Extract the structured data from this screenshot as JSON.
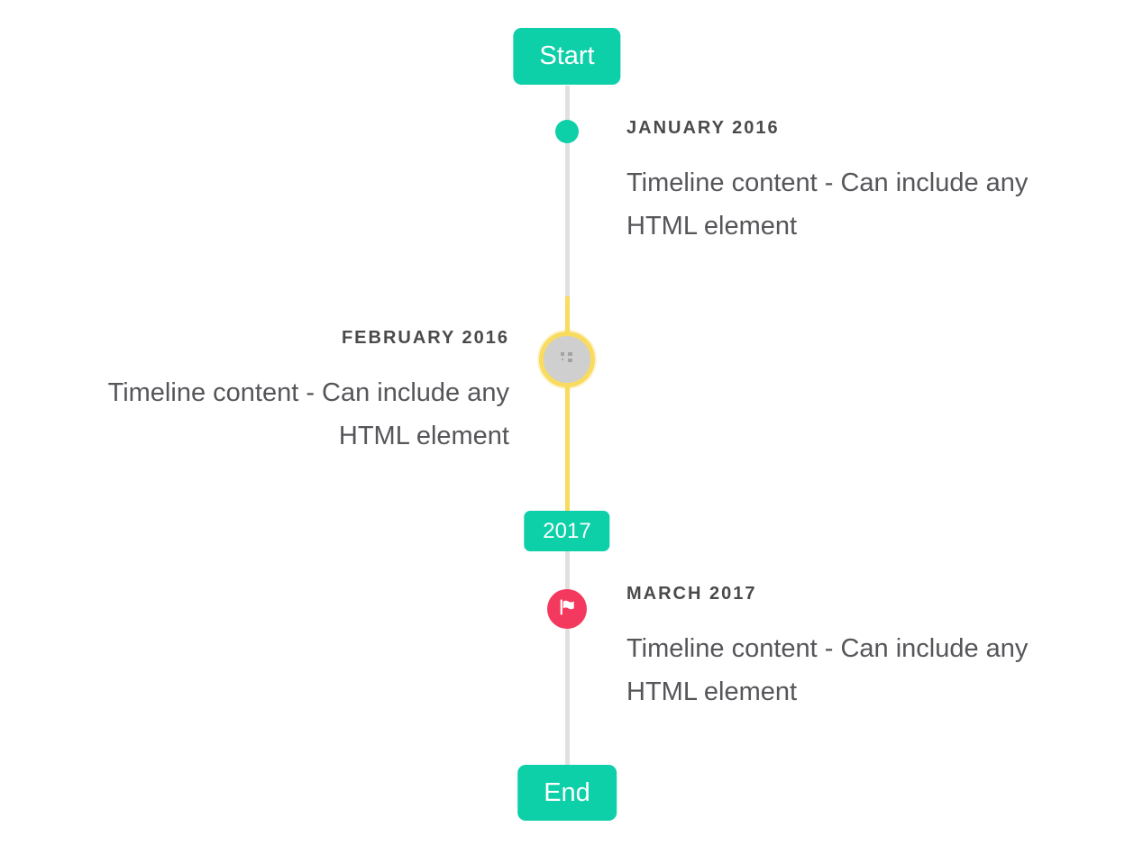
{
  "colors": {
    "teal": "#0dcfa8",
    "flag-red": "#f4395e",
    "highlight-yellow": "#f8db5f",
    "line-gray": "#e0e0e0",
    "marker-gray": "#cfcfcf",
    "title-text": "#4a4a4a",
    "content-text": "#55555a",
    "badge-text": "#ffffff"
  },
  "timeline": {
    "start_badge": "Start",
    "year_badge": "2017",
    "end_badge": "End",
    "entries": [
      {
        "title": "JANUARY 2016",
        "content": "Timeline content - Can include any HTML element",
        "side": "right",
        "marker": "dot"
      },
      {
        "title": "FEBRUARY 2016",
        "content": "Timeline content - Can include any HTML element",
        "side": "left",
        "marker": "broken-image-circle"
      },
      {
        "title": "MARCH 2017",
        "content": "Timeline content - Can include any HTML element",
        "side": "right",
        "marker": "flag"
      }
    ],
    "icons": {
      "flag": "flag-icon",
      "broken_image": "broken-image-icon"
    }
  }
}
